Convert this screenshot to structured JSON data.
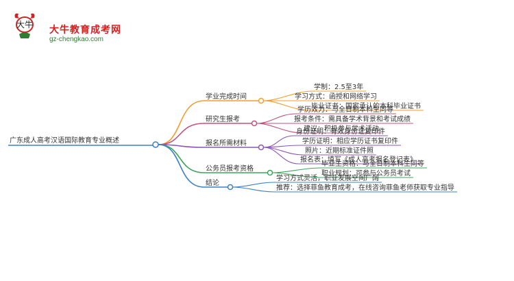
{
  "logo": {
    "name": "大牛教育成考网",
    "url": "gz-chengkao.com"
  },
  "mindmap": {
    "root": "广东成人高考汉语国际教育专业概述",
    "branches": [
      {
        "label": "学业完成时间",
        "color": "#f39c2f",
        "children": [
          "学制：2.5至3年",
          "学习方式：函授和网络学习",
          "毕业证书：国家承认的本科毕业证书"
        ]
      },
      {
        "label": "研究生报考",
        "color": "#c0507a",
        "children": [
          "学历效力：与全日制本科生同等",
          "报考条件：需具备学术背景和考试成绩",
          "建议：积极参与学术活动"
        ]
      },
      {
        "label": "报名所需材料",
        "color": "#8e55b5",
        "children": [
          "身份证明：有效身份证复印件",
          "学历证明：相应学历证书复印件",
          "照片：近期标准证件照",
          "报名表：填写《成人高考报名登记表》"
        ]
      },
      {
        "label": "公务员报考资格",
        "color": "#3aa55a",
        "children": [
          "毕业生资格：与全日制本科生同等",
          "职业规划：可参与公务员考试"
        ]
      },
      {
        "label": "结论",
        "color": "#3a7fc6",
        "children": [
          "学习方式灵活，职业发展空间广阔",
          "推荐：选择菲鱼教育成考，在线咨询菲鱼老师获取专业指导"
        ]
      }
    ]
  }
}
